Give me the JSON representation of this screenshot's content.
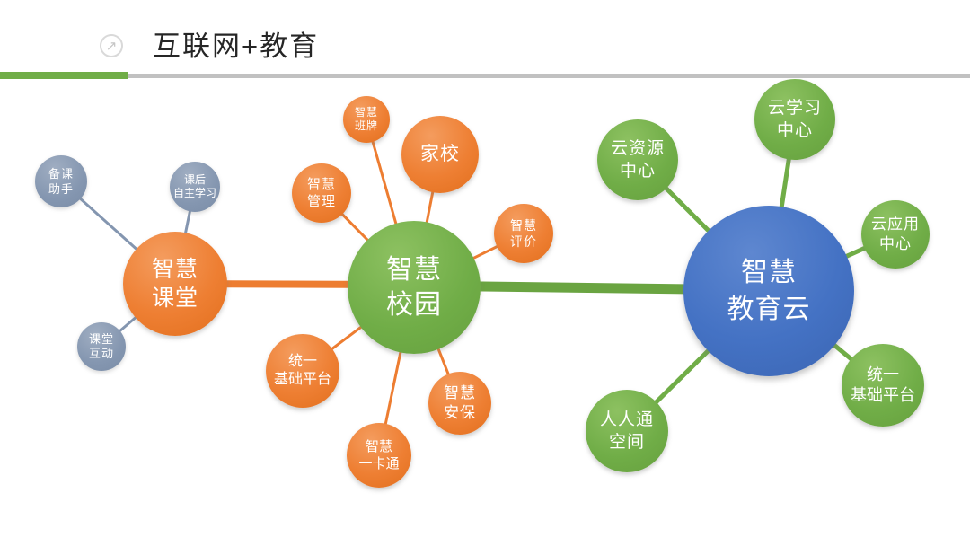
{
  "header": {
    "title": "互联网+教育",
    "icon": "arrow-up-right",
    "rule_green_color": "#70AD47",
    "rule_gray_color": "#C1C1C1"
  },
  "colors": {
    "orange": "#ED7D31",
    "green": "#70AD47",
    "blue": "#4472C4",
    "gray_blue": "#8496B0",
    "title_text": "#262626",
    "node_text": "#FFFFFF"
  },
  "clusters": {
    "classroom": {
      "hub": {
        "name": "智慧课堂",
        "line1": "智慧",
        "line2": "课堂"
      },
      "satellites": [
        {
          "name": "备课助手",
          "line1": "备课",
          "line2": "助手"
        },
        {
          "name": "课后自主学习",
          "line1": "课后",
          "line2": "自主学习"
        },
        {
          "name": "课堂互动",
          "line1": "课堂",
          "line2": "互动"
        }
      ]
    },
    "campus": {
      "hub": {
        "name": "智慧校园",
        "line1": "智慧",
        "line2": "校园"
      },
      "satellites": [
        {
          "name": "智慧班牌",
          "line1": "智慧",
          "line2": "班牌"
        },
        {
          "name": "家校",
          "line1": "家校"
        },
        {
          "name": "智慧管理",
          "line1": "智慧",
          "line2": "管理"
        },
        {
          "name": "智慧评价",
          "line1": "智慧",
          "line2": "评价"
        },
        {
          "name": "统一基础平台",
          "line1": "统一",
          "line2": "基础平台"
        },
        {
          "name": "智慧安保",
          "line1": "智慧",
          "line2": "安保"
        },
        {
          "name": "智慧一卡通",
          "line1": "智慧",
          "line2": "一卡通"
        }
      ]
    },
    "cloud": {
      "hub": {
        "name": "智慧教育云",
        "line1": "智慧",
        "line2": "教育云"
      },
      "satellites": [
        {
          "name": "云资源中心",
          "line1": "云资源",
          "line2": "中心"
        },
        {
          "name": "云学习中心",
          "line1": "云学习",
          "line2": "中心"
        },
        {
          "name": "云应用中心",
          "line1": "云应用",
          "line2": "中心"
        },
        {
          "name": "统一基础平台",
          "line1": "统一",
          "line2": "基础平台"
        },
        {
          "name": "人人通空间",
          "line1": "人人通",
          "line2": "空间"
        }
      ]
    }
  }
}
